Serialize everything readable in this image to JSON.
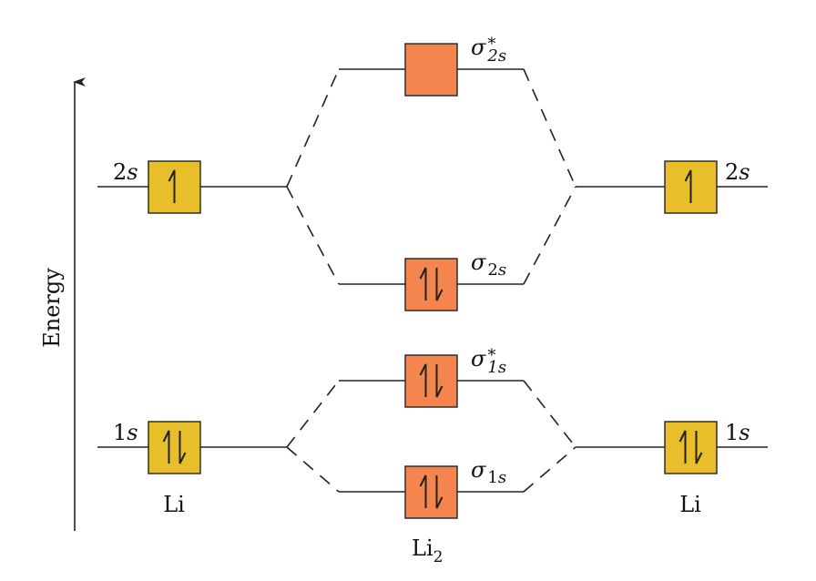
{
  "axis_label": "Energy",
  "colors": {
    "atomic_orbital": "#E8BE2A",
    "molecular_orbital": "#F4854E",
    "line": "#222222"
  },
  "left_atom": {
    "name": "Li",
    "orbitals": [
      {
        "label": "2s",
        "electrons": 1
      },
      {
        "label": "1s",
        "electrons": 2
      }
    ]
  },
  "right_atom": {
    "name": "Li",
    "orbitals": [
      {
        "label": "2s",
        "electrons": 1
      },
      {
        "label": "1s",
        "electrons": 2
      }
    ]
  },
  "molecule": {
    "name": "Li",
    "subscript": "2",
    "orbitals": [
      {
        "symbol": "σ",
        "star": "*",
        "sub": "2s",
        "electrons": 0
      },
      {
        "symbol": "σ",
        "star": "",
        "sub": "2s",
        "electrons": 2
      },
      {
        "symbol": "σ",
        "star": "*",
        "sub": "1s",
        "electrons": 2
      },
      {
        "symbol": "σ",
        "star": "",
        "sub": "1s",
        "electrons": 2
      }
    ]
  }
}
